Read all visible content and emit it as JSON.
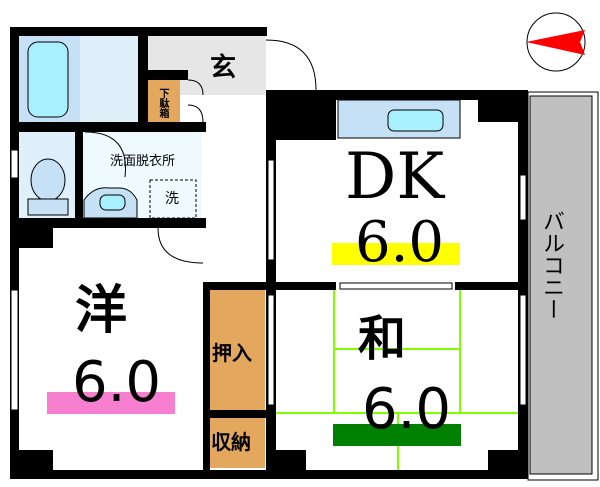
{
  "floorplan": {
    "rooms": {
      "entrance": {
        "label": "玄"
      },
      "shoe_box": {
        "label": "下駄箱"
      },
      "washroom": {
        "label": "洗面脱衣所"
      },
      "washer": {
        "label": "洗"
      },
      "dk": {
        "label": "DK",
        "size": "6.0",
        "highlight": "#ffff00"
      },
      "western": {
        "label": "洋",
        "size": "6.0",
        "highlight": "#f77fcf"
      },
      "japanese": {
        "label": "和",
        "size": "6.0",
        "highlight": "#008000"
      },
      "closet": {
        "label": "押入"
      },
      "storage": {
        "label": "収納"
      },
      "balcony": {
        "label": "バルコニー"
      }
    },
    "compass": {
      "direction": "north-arrow-left",
      "color": "#ff0000"
    },
    "colors": {
      "wall": "#000000",
      "bath": "#c6e0f5",
      "fixture": "#a8f0ff",
      "storage": "#e3a85e",
      "entrance": "#e6e6e6",
      "balcony": "#c0c0c0",
      "tatami_line": "#7fff00"
    }
  }
}
